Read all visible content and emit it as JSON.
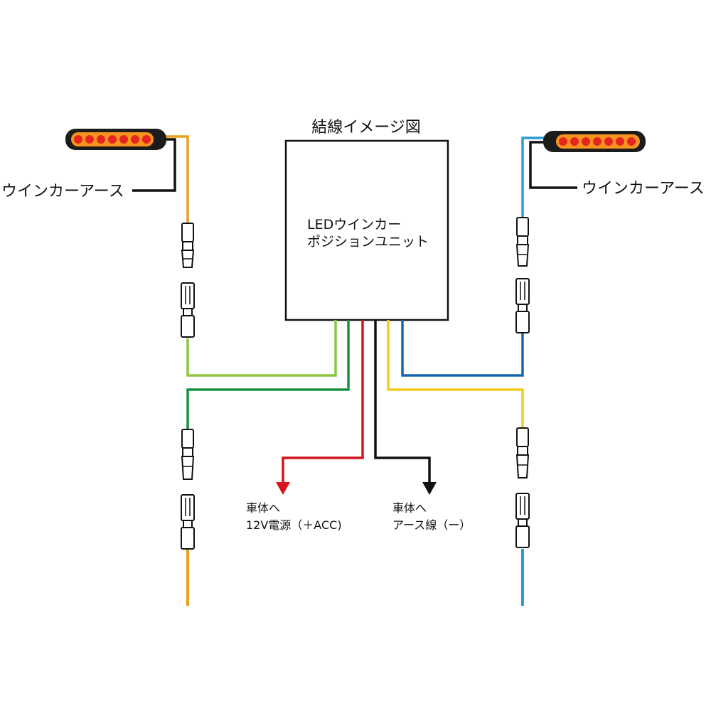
{
  "title": "結線イメージ図",
  "unit": {
    "label_line1": "LEDウインカー",
    "label_line2": "ポジションユニット"
  },
  "left_earth_label": "ウインカーアース",
  "right_earth_label": "ウインカーアース",
  "power_dest": {
    "line1": "車体へ",
    "line2": "12V電源（＋ACC)"
  },
  "ground_dest": {
    "line1": "車体へ",
    "line2": "アース線（ー）"
  },
  "colors": {
    "orange_wire": "#E8A020",
    "light_blue_wire": "#2F9BD6",
    "light_green_wire": "#8CC63F",
    "green_wire": "#17913E",
    "red_wire": "#D7141C",
    "black_wire": "#111111",
    "yellow_wire": "#F2CC1F",
    "blue_wire": "#1565B0",
    "led_dot": "#E52521",
    "led_glow": "#F7941D",
    "led_housing": "#1c1c1c"
  }
}
